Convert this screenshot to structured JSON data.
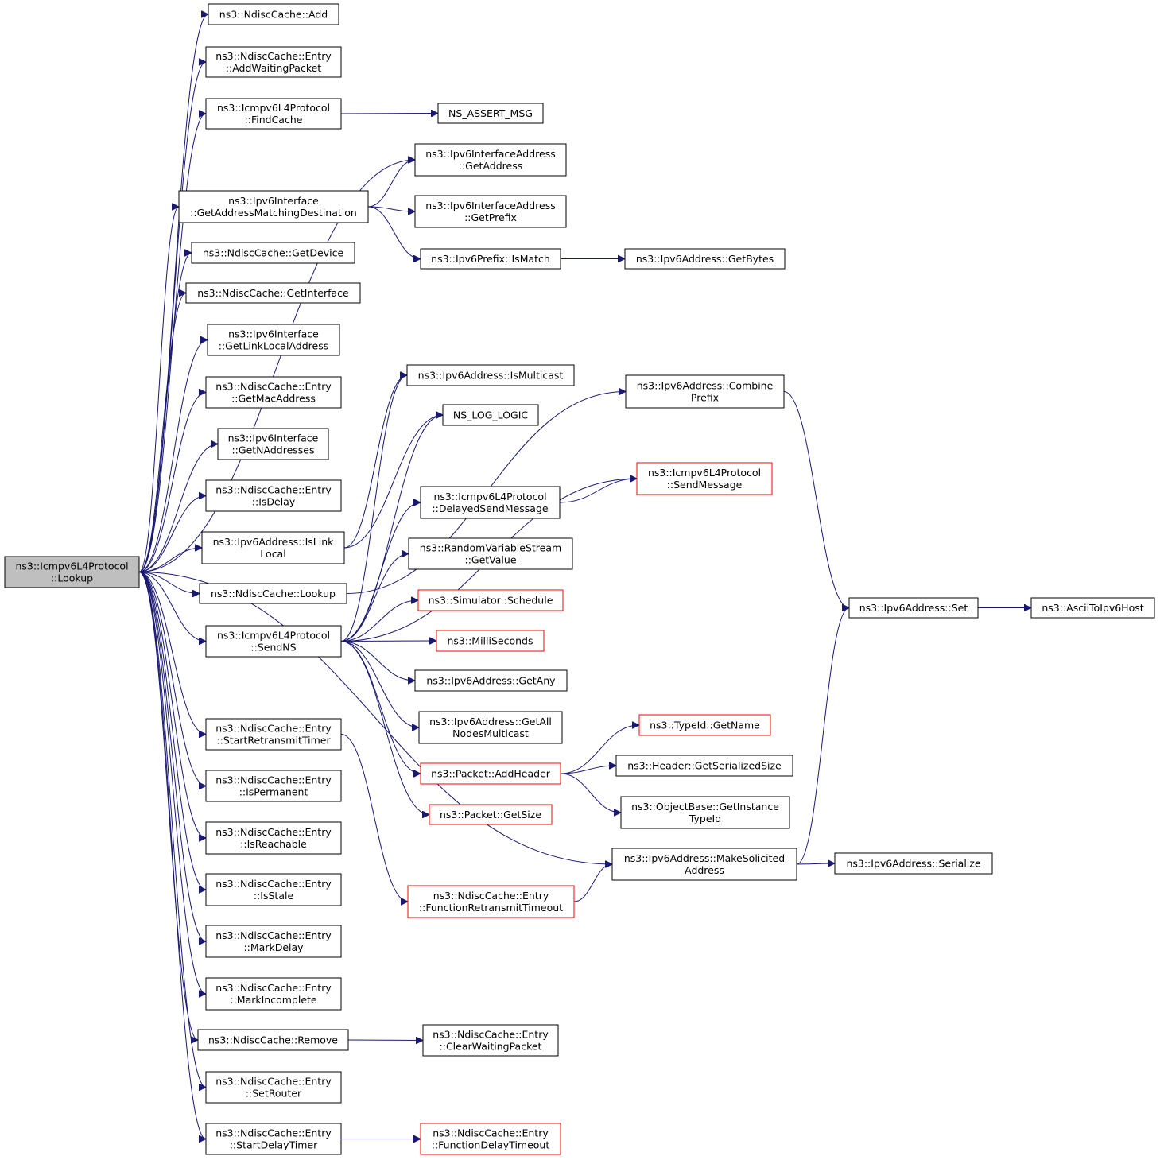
{
  "colors": {
    "edge": "#191970",
    "truncated_border": "#ff0000",
    "root_fill": "#bfbfbf",
    "node_border": "#000000"
  },
  "nodes": [
    {
      "id": "root",
      "lines": [
        "ns3::Icmpv6L4Protocol",
        "::Lookup"
      ],
      "root": true
    },
    {
      "id": "add",
      "lines": [
        "ns3::NdiscCache::Add"
      ]
    },
    {
      "id": "addwaiting",
      "lines": [
        "ns3::NdiscCache::Entry",
        "::AddWaitingPacket"
      ]
    },
    {
      "id": "findcache",
      "lines": [
        "ns3::Icmpv6L4Protocol",
        "::FindCache"
      ]
    },
    {
      "id": "nsassert",
      "lines": [
        "NS_ASSERT_MSG"
      ]
    },
    {
      "id": "ifaddr_getaddress",
      "lines": [
        "ns3::Ipv6InterfaceAddress",
        "::GetAddress"
      ]
    },
    {
      "id": "getaddrmatch",
      "lines": [
        "ns3::Ipv6Interface",
        "::GetAddressMatchingDestination"
      ]
    },
    {
      "id": "ifaddr_getprefix",
      "lines": [
        "ns3::Ipv6InterfaceAddress",
        "::GetPrefix"
      ]
    },
    {
      "id": "ismatch",
      "lines": [
        "ns3::Ipv6Prefix::IsMatch"
      ]
    },
    {
      "id": "getbytes",
      "lines": [
        "ns3::Ipv6Address::GetBytes"
      ]
    },
    {
      "id": "getdevice",
      "lines": [
        "ns3::NdiscCache::GetDevice"
      ]
    },
    {
      "id": "getinterface",
      "lines": [
        "ns3::NdiscCache::GetInterface"
      ]
    },
    {
      "id": "getlinklocal",
      "lines": [
        "ns3::Ipv6Interface",
        "::GetLinkLocalAddress"
      ]
    },
    {
      "id": "getmac",
      "lines": [
        "ns3::NdiscCache::Entry",
        "::GetMacAddress"
      ]
    },
    {
      "id": "getnaddr",
      "lines": [
        "ns3::Ipv6Interface",
        "::GetNAddresses"
      ]
    },
    {
      "id": "isdelay",
      "lines": [
        "ns3::NdiscCache::Entry",
        "::IsDelay"
      ]
    },
    {
      "id": "islinklocal",
      "lines": [
        "ns3::Ipv6Address::IsLink",
        "Local"
      ]
    },
    {
      "id": "ismulticast",
      "lines": [
        "ns3::Ipv6Address::IsMulticast"
      ]
    },
    {
      "id": "nslog",
      "lines": [
        "NS_LOG_LOGIC"
      ]
    },
    {
      "id": "combine",
      "lines": [
        "ns3::Ipv6Address::Combine",
        "Prefix"
      ]
    },
    {
      "id": "sendmessage",
      "lines": [
        "ns3::Icmpv6L4Protocol",
        "::SendMessage"
      ],
      "truncated": true
    },
    {
      "id": "delayedsend",
      "lines": [
        "ns3::Icmpv6L4Protocol",
        "::DelayedSendMessage"
      ]
    },
    {
      "id": "getvalue",
      "lines": [
        "ns3::RandomVariableStream",
        "::GetValue"
      ]
    },
    {
      "id": "ndlookup",
      "lines": [
        "ns3::NdiscCache::Lookup"
      ]
    },
    {
      "id": "schedule",
      "lines": [
        "ns3::Simulator::Schedule"
      ],
      "truncated": true
    },
    {
      "id": "sendns",
      "lines": [
        "ns3::Icmpv6L4Protocol",
        "::SendNS"
      ]
    },
    {
      "id": "milliseconds",
      "lines": [
        "ns3::MilliSeconds"
      ],
      "truncated": true
    },
    {
      "id": "getany",
      "lines": [
        "ns3::Ipv6Address::GetAny"
      ]
    },
    {
      "id": "getallnodes",
      "lines": [
        "ns3::Ipv6Address::GetAll",
        "NodesMulticast"
      ]
    },
    {
      "id": "set",
      "lines": [
        "ns3::Ipv6Address::Set"
      ]
    },
    {
      "id": "ascii",
      "lines": [
        "ns3::AsciiToIpv6Host"
      ]
    },
    {
      "id": "startretransmit",
      "lines": [
        "ns3::NdiscCache::Entry",
        "::StartRetransmitTimer"
      ]
    },
    {
      "id": "getname",
      "lines": [
        "ns3::TypeId::GetName"
      ],
      "truncated": true
    },
    {
      "id": "addheader",
      "lines": [
        "ns3::Packet::AddHeader"
      ],
      "truncated": true
    },
    {
      "id": "getserialized",
      "lines": [
        "ns3::Header::GetSerializedSize"
      ]
    },
    {
      "id": "ispermanent",
      "lines": [
        "ns3::NdiscCache::Entry",
        "::IsPermanent"
      ]
    },
    {
      "id": "getinstancetype",
      "lines": [
        "ns3::ObjectBase::GetInstance",
        "TypeId"
      ]
    },
    {
      "id": "getsize",
      "lines": [
        "ns3::Packet::GetSize"
      ],
      "truncated": true
    },
    {
      "id": "isreachable",
      "lines": [
        "ns3::NdiscCache::Entry",
        "::IsReachable"
      ]
    },
    {
      "id": "makesolicited",
      "lines": [
        "ns3::Ipv6Address::MakeSolicited",
        "Address"
      ]
    },
    {
      "id": "serialize",
      "lines": [
        "ns3::Ipv6Address::Serialize"
      ]
    },
    {
      "id": "isstale",
      "lines": [
        "ns3::NdiscCache::Entry",
        "::IsStale"
      ]
    },
    {
      "id": "funcretransmit",
      "lines": [
        "ns3::NdiscCache::Entry",
        "::FunctionRetransmitTimeout"
      ],
      "truncated": true
    },
    {
      "id": "markdelay",
      "lines": [
        "ns3::NdiscCache::Entry",
        "::MarkDelay"
      ]
    },
    {
      "id": "markincomplete",
      "lines": [
        "ns3::NdiscCache::Entry",
        "::MarkIncomplete"
      ]
    },
    {
      "id": "remove",
      "lines": [
        "ns3::NdiscCache::Remove"
      ]
    },
    {
      "id": "clearwaiting",
      "lines": [
        "ns3::NdiscCache::Entry",
        "::ClearWaitingPacket"
      ]
    },
    {
      "id": "setrouter",
      "lines": [
        "ns3::NdiscCache::Entry",
        "::SetRouter"
      ]
    },
    {
      "id": "startdelay",
      "lines": [
        "ns3::NdiscCache::Entry",
        "::StartDelayTimer"
      ]
    },
    {
      "id": "funcdelay",
      "lines": [
        "ns3::NdiscCache::Entry",
        "::FunctionDelayTimeout"
      ],
      "truncated": true
    }
  ],
  "edges": [
    [
      "root",
      "add"
    ],
    [
      "root",
      "addwaiting"
    ],
    [
      "root",
      "findcache"
    ],
    [
      "root",
      "ifaddr_getaddress"
    ],
    [
      "root",
      "getaddrmatch"
    ],
    [
      "root",
      "getdevice"
    ],
    [
      "root",
      "getinterface"
    ],
    [
      "root",
      "getlinklocal"
    ],
    [
      "root",
      "getmac"
    ],
    [
      "root",
      "getnaddr"
    ],
    [
      "root",
      "isdelay"
    ],
    [
      "root",
      "islinklocal"
    ],
    [
      "root",
      "ndlookup"
    ],
    [
      "root",
      "sendns"
    ],
    [
      "root",
      "startretransmit"
    ],
    [
      "root",
      "ispermanent"
    ],
    [
      "root",
      "isreachable"
    ],
    [
      "root",
      "isstale"
    ],
    [
      "root",
      "markdelay"
    ],
    [
      "root",
      "markincomplete"
    ],
    [
      "root",
      "remove"
    ],
    [
      "root",
      "setrouter"
    ],
    [
      "root",
      "startdelay"
    ],
    [
      "root",
      "makesolicited"
    ],
    [
      "findcache",
      "nsassert"
    ],
    [
      "getaddrmatch",
      "ifaddr_getaddress"
    ],
    [
      "getaddrmatch",
      "ifaddr_getprefix"
    ],
    [
      "getaddrmatch",
      "ismatch"
    ],
    [
      "ismatch",
      "getbytes"
    ],
    [
      "islinklocal",
      "ismulticast"
    ],
    [
      "islinklocal",
      "nslog"
    ],
    [
      "ndlookup",
      "combine"
    ],
    [
      "combine",
      "set"
    ],
    [
      "set",
      "ascii"
    ],
    [
      "sendns",
      "ismulticast"
    ],
    [
      "sendns",
      "nslog"
    ],
    [
      "sendns",
      "sendmessage"
    ],
    [
      "sendns",
      "delayedsend"
    ],
    [
      "sendns",
      "getvalue"
    ],
    [
      "sendns",
      "schedule"
    ],
    [
      "sendns",
      "milliseconds"
    ],
    [
      "sendns",
      "getany"
    ],
    [
      "sendns",
      "getallnodes"
    ],
    [
      "sendns",
      "addheader"
    ],
    [
      "sendns",
      "getsize"
    ],
    [
      "delayedsend",
      "sendmessage"
    ],
    [
      "addheader",
      "getname"
    ],
    [
      "addheader",
      "getserialized"
    ],
    [
      "addheader",
      "getinstancetype"
    ],
    [
      "makesolicited",
      "set"
    ],
    [
      "makesolicited",
      "serialize"
    ],
    [
      "startretransmit",
      "funcretransmit"
    ],
    [
      "funcretransmit",
      "makesolicited"
    ],
    [
      "remove",
      "clearwaiting"
    ],
    [
      "startdelay",
      "funcdelay"
    ]
  ]
}
